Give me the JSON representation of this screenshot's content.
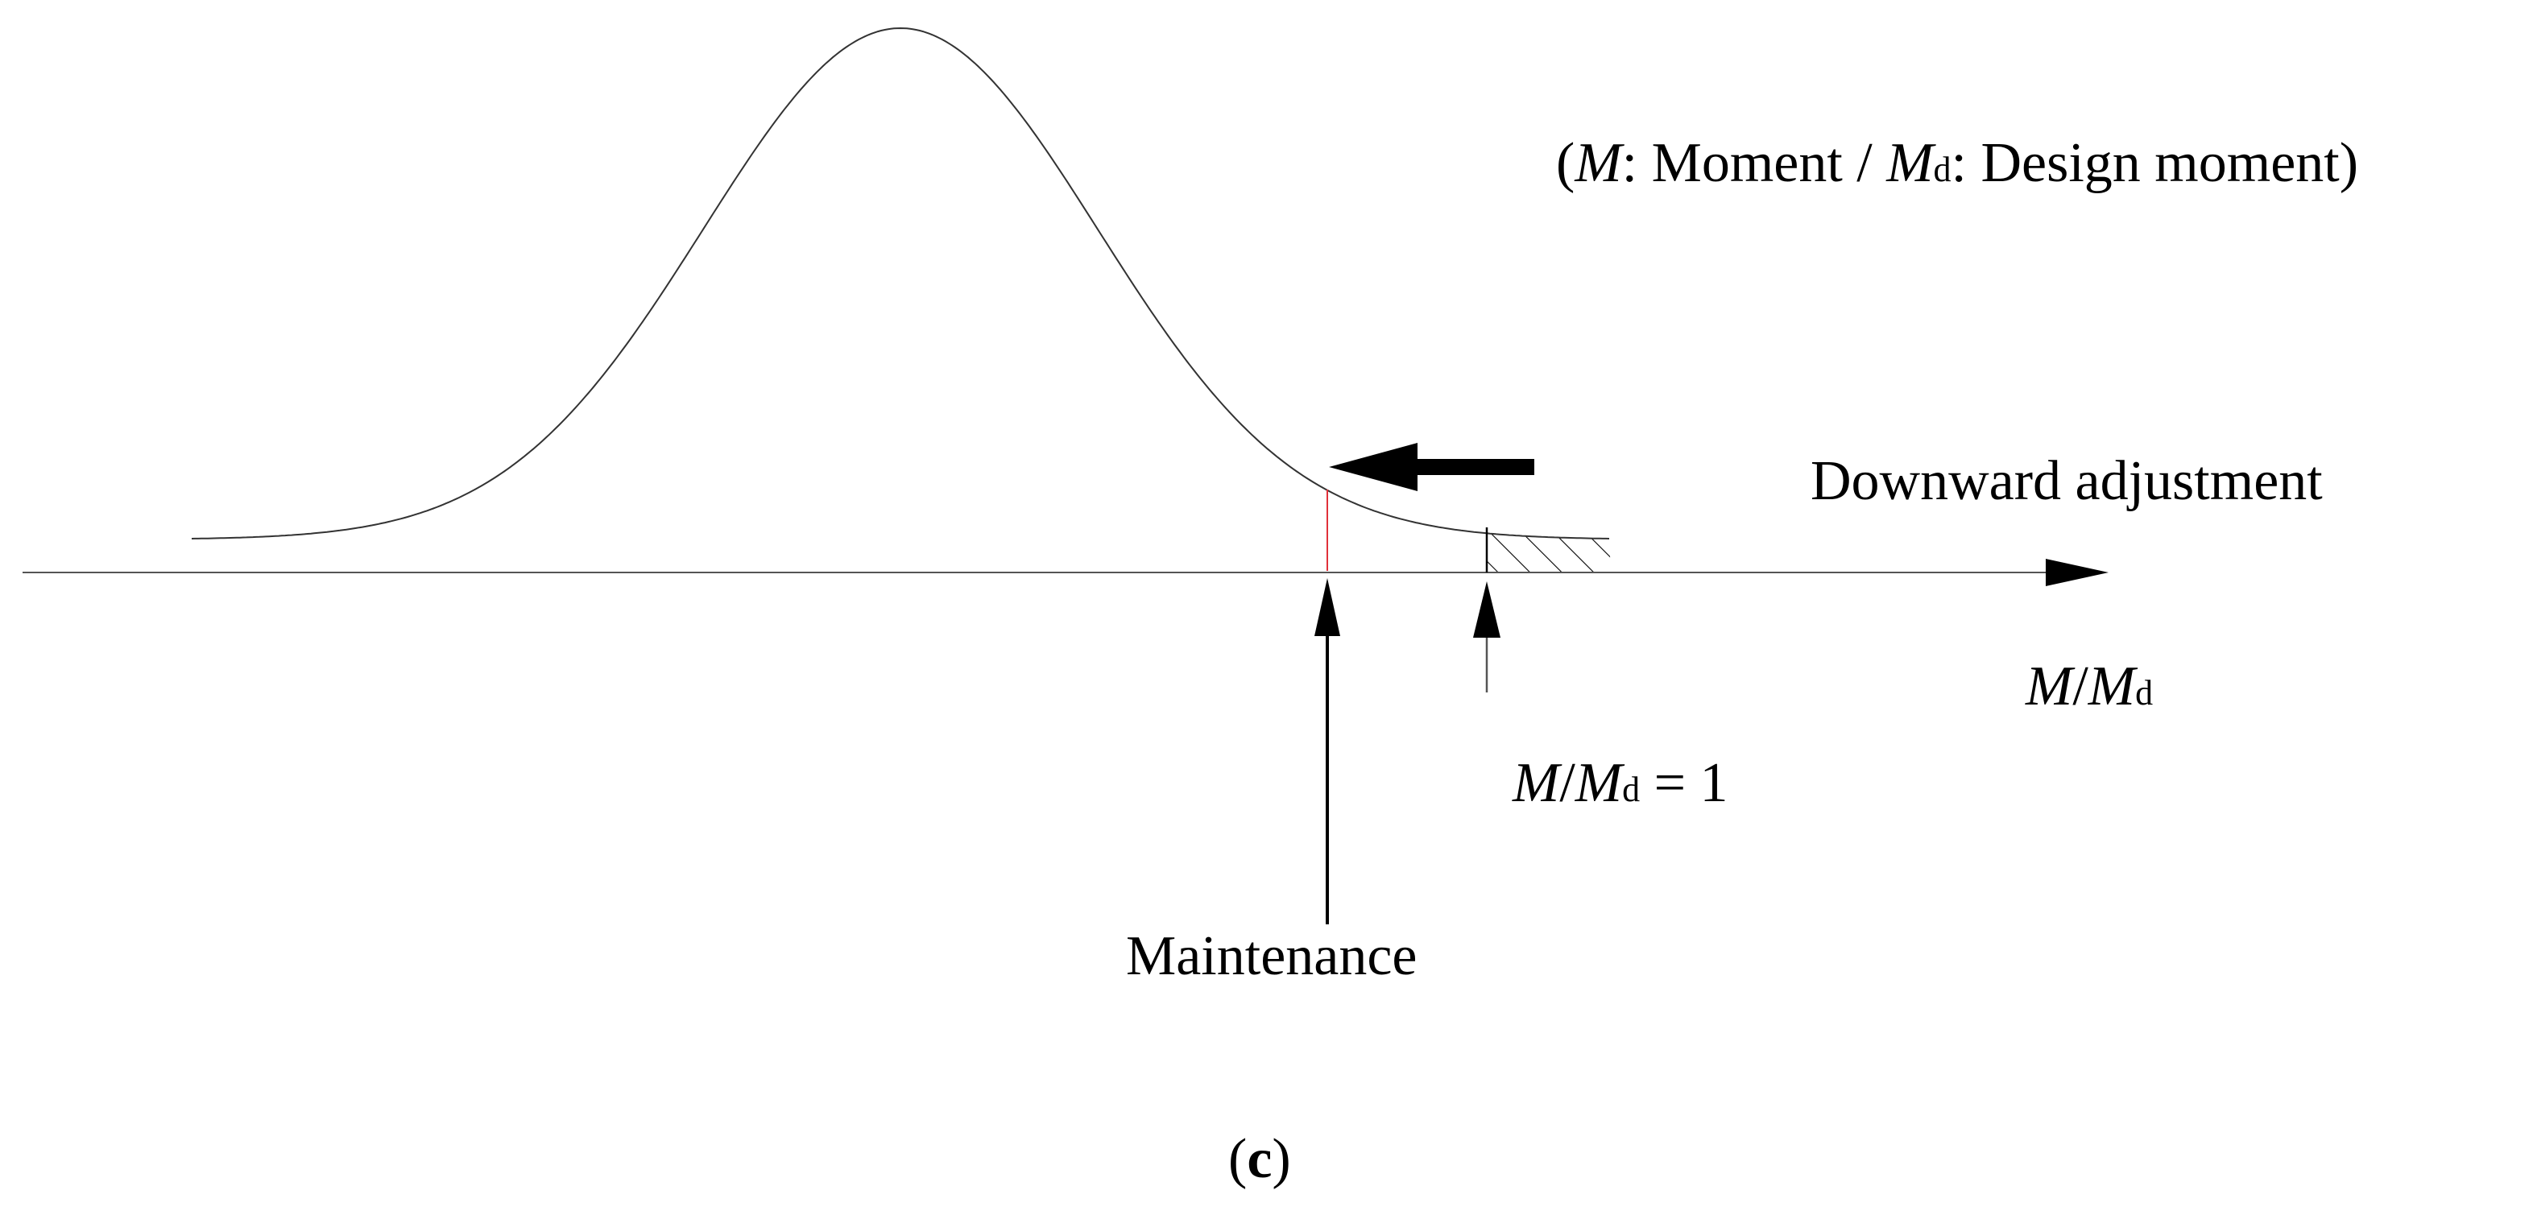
{
  "legend": {
    "open_paren": "(",
    "m_symbol": "M",
    "moment_text": ": Moment / ",
    "md_symbol": "M",
    "md_subscript": "d",
    "design_text": ": Design moment)"
  },
  "adjustment_label": "Downward adjustment",
  "axis_label": {
    "m_symbol": "M",
    "slash": "/",
    "md_symbol": "M",
    "md_subscript": "d"
  },
  "threshold_label": {
    "m_symbol": "M",
    "slash": "/",
    "md_symbol": "M",
    "md_subscript": "d",
    "equals": " = 1"
  },
  "maintenance_label": "Maintenance",
  "panel_label": {
    "open": "(",
    "letter": "c",
    "close": ")"
  },
  "colors": {
    "ink": "#000000",
    "maintenance_line": "#e0303a",
    "curve": "#333333"
  }
}
